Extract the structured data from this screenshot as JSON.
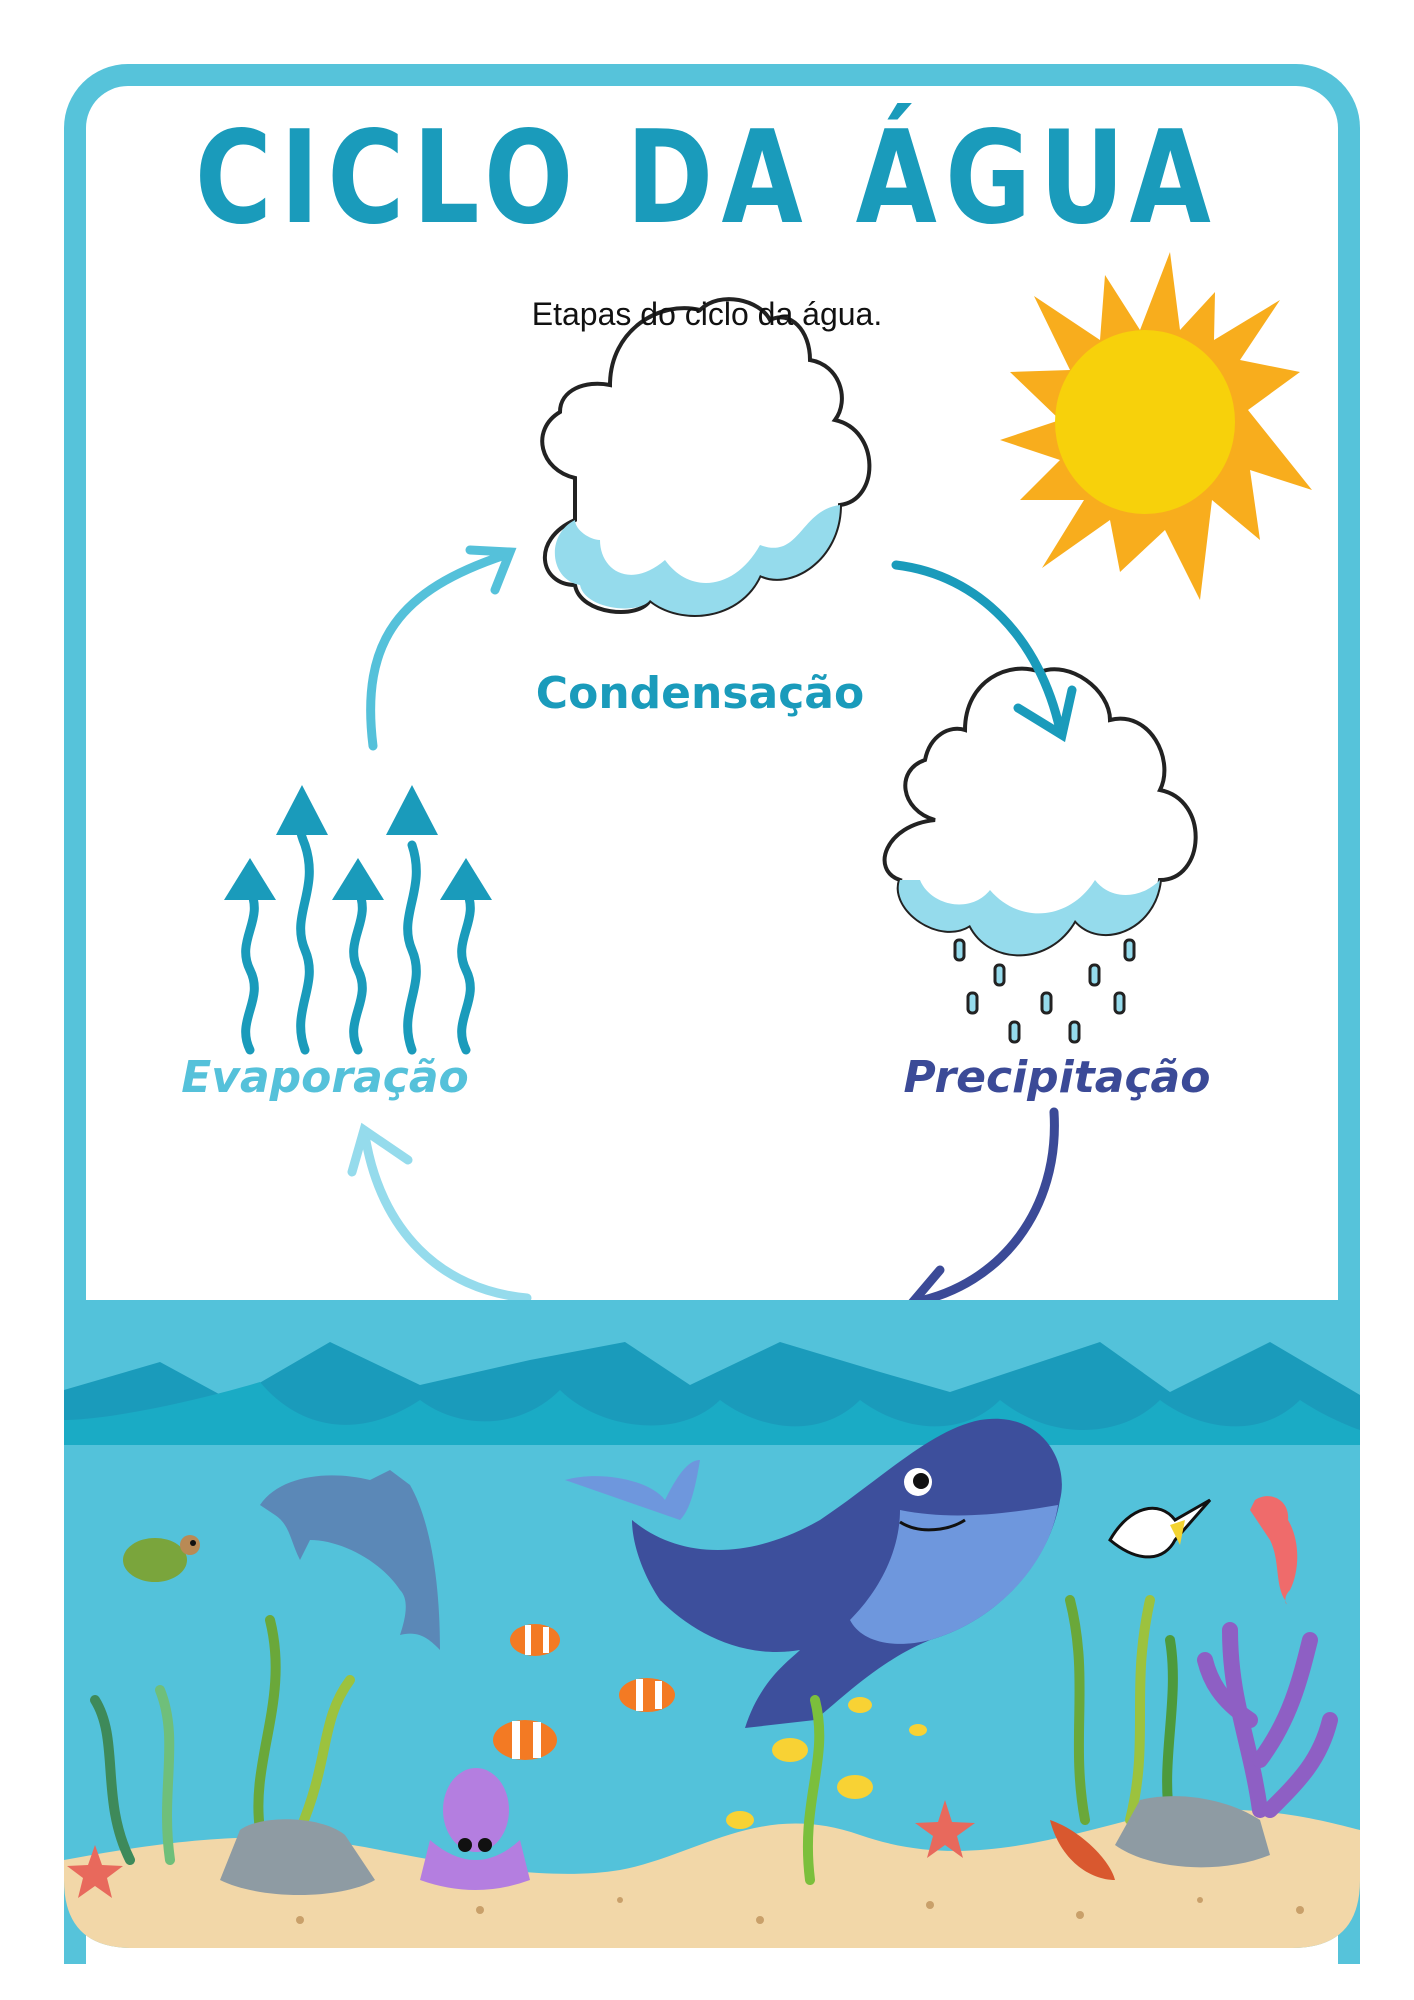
{
  "header": {
    "title": "CICLO DA ÁGUA",
    "subtitle": "Etapas do ciclo da água."
  },
  "stages": {
    "condensation": "Condensação",
    "precipitation": "Precipitação",
    "evaporation": "Evaporação"
  },
  "colors": {
    "frame": "#56c3da",
    "title": "#1a9bbb",
    "precipitation": "#3b4a97",
    "evaporation": "#55c1da",
    "sun_core": "#f7d10b",
    "sun_rays": "#f8ad1d",
    "water": "#53c2da",
    "sand": "#f2d7a8"
  }
}
